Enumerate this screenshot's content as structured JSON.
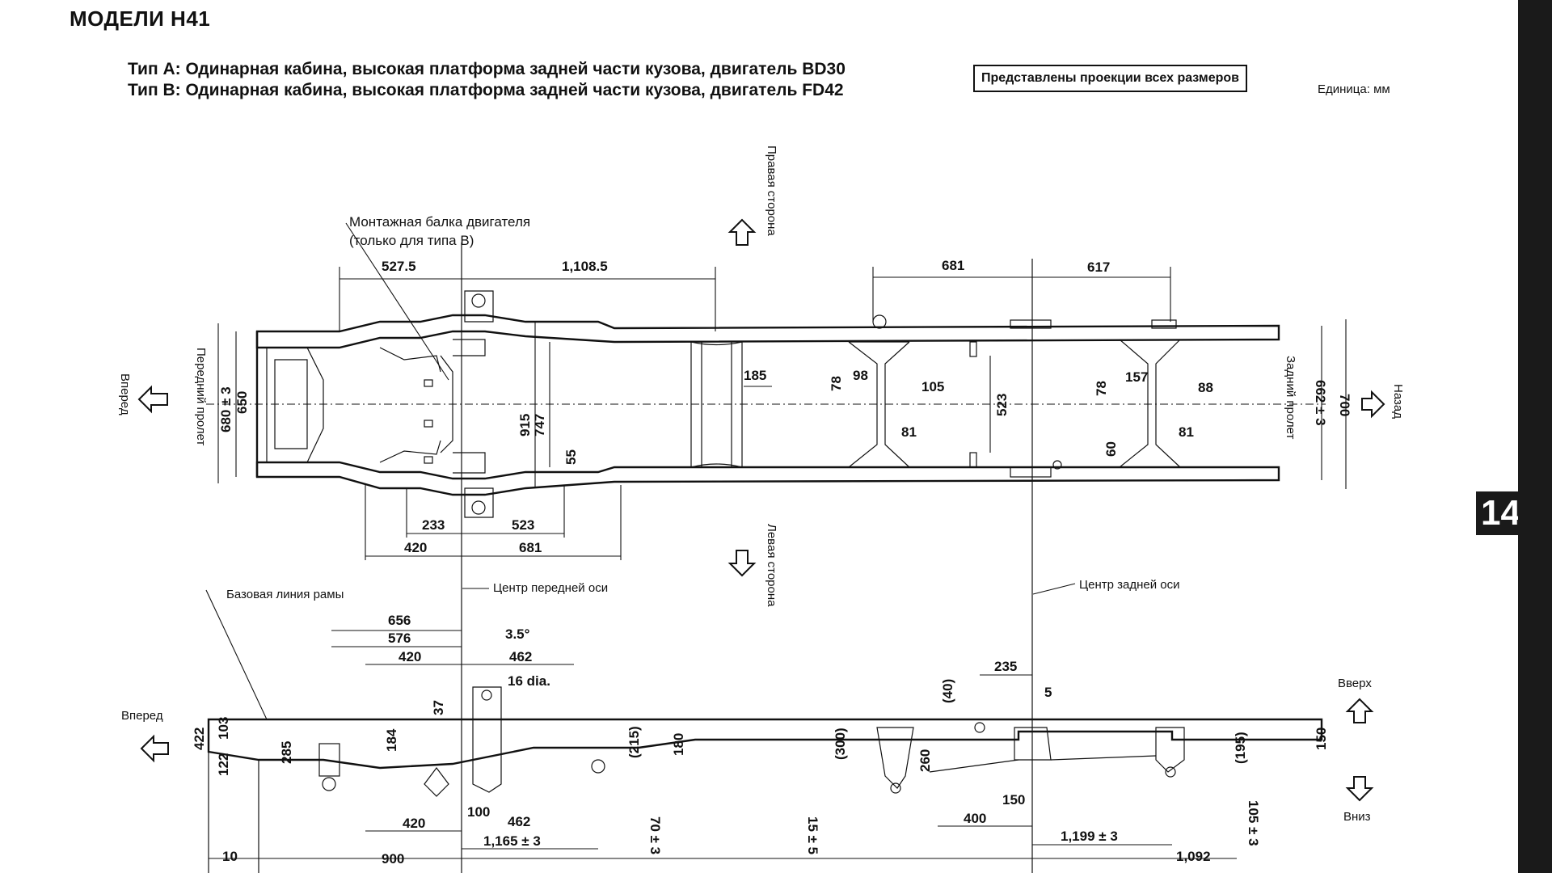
{
  "header": {
    "title": "МОДЕЛИ H41",
    "type_a": "Тип A:  Одинарная кабина, высокая платформа задней части кузова, двигатель BD30",
    "type_b": "Тип B:  Одинарная кабина, высокая платформа задней части кузова, двигатель FD42",
    "all_dims_note": "Представлены проекции всех размеров",
    "unit": "Единица: мм"
  },
  "page_tab": "14",
  "plan_view": {
    "engine_beam_label_1": "Монтажная балка двигателя",
    "engine_beam_label_2": "(только для типа B)",
    "right_side": "Правая сторона",
    "left_side": "Левая сторона",
    "forward": "Вперед",
    "rear": "Назад",
    "front_overhang": "Передний пролет",
    "rear_overhang": "Задний пролет",
    "dims": {
      "d527_5": "527.5",
      "d1108_5": "1,108.5",
      "d681_top": "681",
      "d617": "617",
      "d650": "650",
      "d680": "680 ± 3",
      "d915": "915",
      "d747": "747",
      "d55": "55",
      "d185": "185",
      "d78a": "78",
      "d98": "98",
      "d105": "105",
      "d81a": "81",
      "d523v": "523",
      "d78b": "78",
      "d157": "157",
      "d88": "88",
      "d81b": "81",
      "d60": "60",
      "d662": "662 ± 3",
      "d700": "700",
      "d233": "233",
      "d523h": "523",
      "d420": "420",
      "d681_bot": "681"
    }
  },
  "side_view": {
    "frame_baseline": "Базовая линия рамы",
    "front_axle_center": "Центр передней оси",
    "rear_axle_center": "Центр задней оси",
    "forward": "Вперед",
    "up": "Вверх",
    "down": "Вниз",
    "dims": {
      "d656": "656",
      "d576": "576",
      "d420a": "420",
      "d462a": "462",
      "d3_5": "3.5°",
      "d16dia": "16 dia.",
      "d37": "37",
      "d184": "184",
      "d103": "103",
      "d122": "122",
      "d422": "422",
      "d285": "285",
      "d215": "(215)",
      "d180": "180",
      "d300": "(300)",
      "d260": "260",
      "d40": "(40)",
      "d235": "235",
      "d5": "5",
      "d195": "(195)",
      "d150v": "150",
      "d420b": "420",
      "d100": "100",
      "d462b": "462",
      "d1165": "1,165 ± 3",
      "d70": "70 ± 3",
      "d15": "15 ± 5",
      "d150h": "150",
      "d400": "400",
      "d1199": "1,199 ± 3",
      "d105": "105 ± 3",
      "d10": "10",
      "d900": "900",
      "d1092": "1,092"
    }
  }
}
